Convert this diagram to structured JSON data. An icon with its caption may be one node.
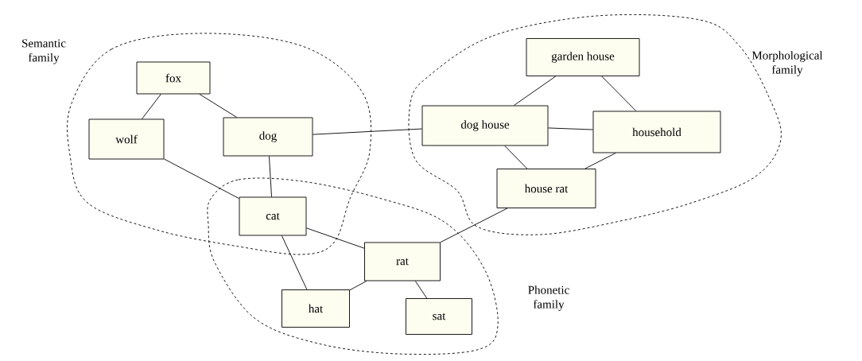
{
  "diagram": {
    "nodes": [
      {
        "text": [
          "Semantic family"
        ]
      },
      {
        "text": [
          "fox"
        ],
        "in": 0
      },
      {
        "text": [
          "wolf"
        ],
        "in": 0
      },
      {
        "text": [
          "dog"
        ],
        "in": 0
      },
      {
        "text": [
          "Morphological family"
        ]
      },
      {
        "text": [
          "garden house"
        ],
        "in": 4
      },
      {
        "text": [
          "dog house"
        ],
        "in": 4
      },
      {
        "text": [
          "household"
        ],
        "in": 4
      },
      {
        "text": [
          "house rat"
        ],
        "in": 4
      },
      {
        "text": [
          "Phonetic family"
        ]
      },
      {
        "text": [
          "cat"
        ]
      },
      {
        "text": [
          "rat"
        ],
        "in": 9
      },
      {
        "text": [
          "hat"
        ],
        "in": 9
      },
      {
        "text": [
          "sat"
        ],
        "in": 9
      }
    ],
    "edges": [
      {
        "from": 1,
        "to": 2,
        "arrow": "none"
      },
      {
        "from": 1,
        "to": 3,
        "arrow": "none"
      },
      {
        "from": 2,
        "to": 10,
        "arrow": "none"
      },
      {
        "from": 3,
        "to": 10,
        "arrow": "none"
      },
      {
        "from": 3,
        "to": 6,
        "arrow": "none"
      },
      {
        "from": 5,
        "to": 6,
        "arrow": "none"
      },
      {
        "from": 5,
        "to": 7,
        "arrow": "none"
      },
      {
        "from": 6,
        "to": 7,
        "arrow": "none"
      },
      {
        "from": 6,
        "to": 8,
        "arrow": "none"
      },
      {
        "from": 7,
        "to": 8,
        "arrow": "none"
      },
      {
        "from": 8,
        "to": 11,
        "arrow": "none"
      },
      {
        "from": 10,
        "to": 11,
        "arrow": "none"
      },
      {
        "from": 10,
        "to": 12,
        "arrow": "none"
      },
      {
        "from": 11,
        "to": 12,
        "arrow": "none"
      },
      {
        "from": 11,
        "to": 13,
        "arrow": "none"
      }
    ]
  }
}
